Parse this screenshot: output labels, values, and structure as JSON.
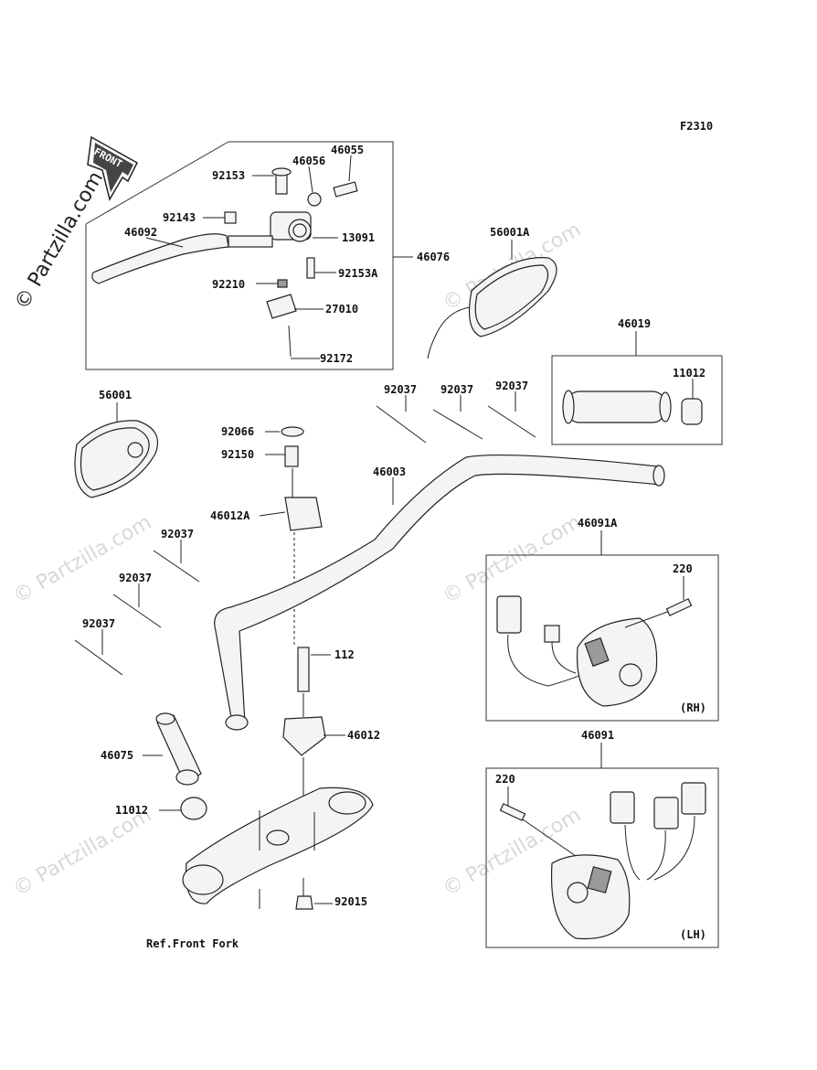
{
  "figure_code": "F2310",
  "front_arrow_label": "FRONT",
  "copyright": "© Partzilla.com",
  "watermark": "© Partzilla.com",
  "ref_note": "Ref.Front Fork",
  "rh_label": "(RH)",
  "lh_label": "(LH)",
  "parts": {
    "p46055": "46055",
    "p46056": "46056",
    "p92153": "92153",
    "p92143": "92143",
    "p46092": "46092",
    "p13091": "13091",
    "p46076": "46076",
    "p92153A": "92153A",
    "p92210": "92210",
    "p27010": "27010",
    "p92172": "92172",
    "p56001A": "56001A",
    "p46019": "46019",
    "p11012a": "11012",
    "p56001": "56001",
    "p92037a": "92037",
    "p92037b": "92037",
    "p92037c": "92037",
    "p92066": "92066",
    "p92150": "92150",
    "p46003": "46003",
    "p46012A": "46012A",
    "p92037d": "92037",
    "p92037e": "92037",
    "p92037f": "92037",
    "p46091A": "46091A",
    "p220a": "220",
    "p112": "112",
    "p46012": "46012",
    "p46075": "46075",
    "p11012b": "11012",
    "p46091": "46091",
    "p220b": "220",
    "p92015": "92015"
  }
}
